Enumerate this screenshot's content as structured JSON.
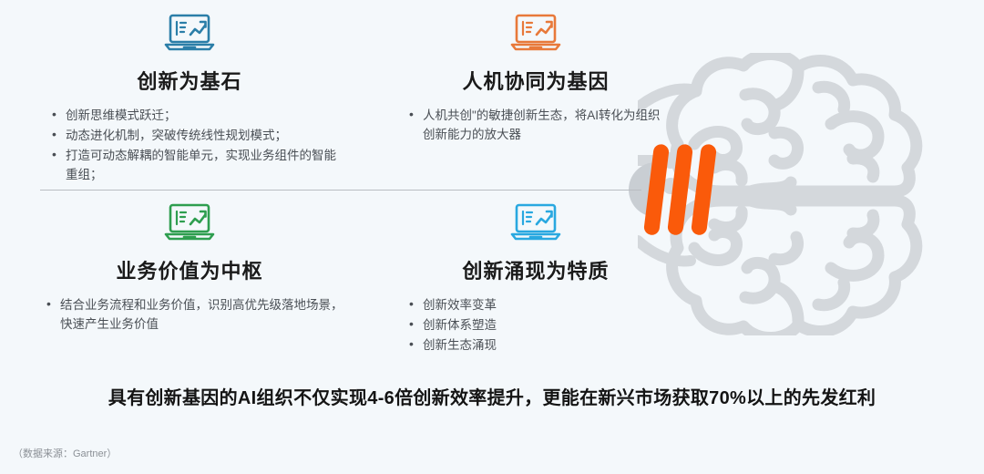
{
  "slide": {
    "background_color": "#f4f8fb",
    "banner_text": "具有创新基因的AI组织不仅实现4-6倍创新效率提升，更能在新兴市场获取70%以上的先发红利",
    "source_note": "（数据来源：Gartner）",
    "divider_color": "#b9bdc2"
  },
  "artwork": {
    "brain_name": "brain-outline-graphic",
    "brain_color": "#d4d8dc",
    "logo_name": "orange-bars-logo",
    "logo_color": "#fa5a0a",
    "logo_dome_color": "#c9ced3"
  },
  "quadrants": [
    {
      "id": "innovation-foundation",
      "icon": "laptop-chart-icon",
      "icon_color": "#2b7ea8",
      "title": "创新为基石",
      "bullets": [
        "创新思维模式跃迁；",
        "动态进化机制，突破传统线性规划模式；",
        "打造可动态解耦的智能单元，实现业务组件的智能重组；"
      ]
    },
    {
      "id": "human-machine-collaboration",
      "icon": "laptop-chart-icon",
      "icon_color": "#e8793a",
      "title": "人机协同为基因",
      "bullets": [
        "人机共创\"的敏捷创新生态，将AI转化为组织创新能力的放大器"
      ]
    },
    {
      "id": "business-value-core",
      "icon": "laptop-chart-icon",
      "icon_color": "#2e9e4f",
      "title": "业务价值为中枢",
      "bullets": [
        "结合业务流程和业务价值，识别高优先级落地场景，快速产生业务价值"
      ]
    },
    {
      "id": "innovation-emergence",
      "icon": "laptop-chart-icon",
      "icon_color": "#29a8e0",
      "title": "创新涌现为特质",
      "bullets": [
        "创新效率变革",
        "创新体系塑造",
        "创新生态涌现"
      ]
    }
  ]
}
